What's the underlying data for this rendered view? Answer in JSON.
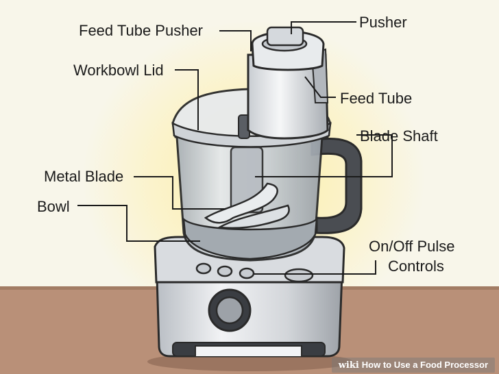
{
  "labels": {
    "feed_tube_pusher": "Feed Tube Pusher",
    "pusher": "Pusher",
    "workbowl_lid": "Workbowl Lid",
    "feed_tube": "Feed Tube",
    "blade_shaft": "Blade Shaft",
    "metal_blade": "Metal Blade",
    "bowl": "Bowl",
    "controls_line1": "On/Off Pulse",
    "controls_line2": "Controls"
  },
  "watermark": {
    "logo": "wiki",
    "text": "How to Use a Food Processor"
  },
  "colors": {
    "wall": "#F8F6EA",
    "glow": "#FBF0B8",
    "counter": "#B99078",
    "counter_dark": "#8E6A56",
    "metal": "#D6D9DD",
    "metal_dark": "#8E9399",
    "outline": "#2A2A2A",
    "handle": "#4A4D52"
  }
}
